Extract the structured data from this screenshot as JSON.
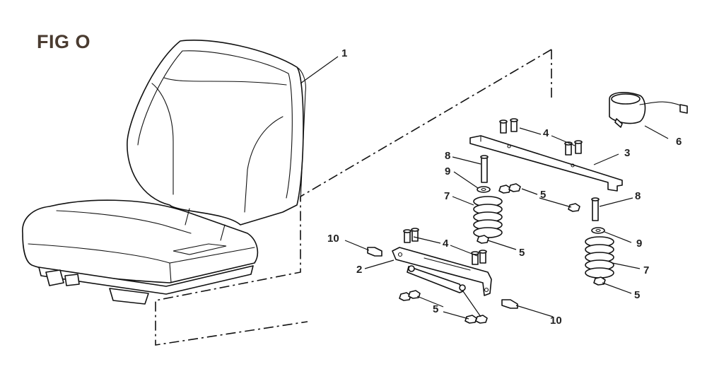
{
  "figure": {
    "title": "FIG O"
  },
  "callouts": [
    {
      "id": "c1",
      "label": "1",
      "part": "seat-assembly"
    },
    {
      "id": "c2",
      "label": "2",
      "part": "front-seat-bracket"
    },
    {
      "id": "c3",
      "label": "3",
      "part": "rear-seat-bracket"
    },
    {
      "id": "c4a",
      "label": "4",
      "part": "screw"
    },
    {
      "id": "c4b",
      "label": "4",
      "part": "screw"
    },
    {
      "id": "c5a",
      "label": "5",
      "part": "nut"
    },
    {
      "id": "c5b",
      "label": "5",
      "part": "nut"
    },
    {
      "id": "c5c",
      "label": "5",
      "part": "nut"
    },
    {
      "id": "c5d",
      "label": "5",
      "part": "nut"
    },
    {
      "id": "c6",
      "label": "6",
      "part": "seat-switch"
    },
    {
      "id": "c7a",
      "label": "7",
      "part": "spring"
    },
    {
      "id": "c7b",
      "label": "7",
      "part": "spring"
    },
    {
      "id": "c8a",
      "label": "8",
      "part": "bolt"
    },
    {
      "id": "c8b",
      "label": "8",
      "part": "bolt"
    },
    {
      "id": "c9a",
      "label": "9",
      "part": "washer"
    },
    {
      "id": "c9b",
      "label": "9",
      "part": "washer"
    },
    {
      "id": "c10a",
      "label": "10",
      "part": "shoulder-bolt"
    },
    {
      "id": "c10b",
      "label": "10",
      "part": "shoulder-bolt"
    }
  ]
}
